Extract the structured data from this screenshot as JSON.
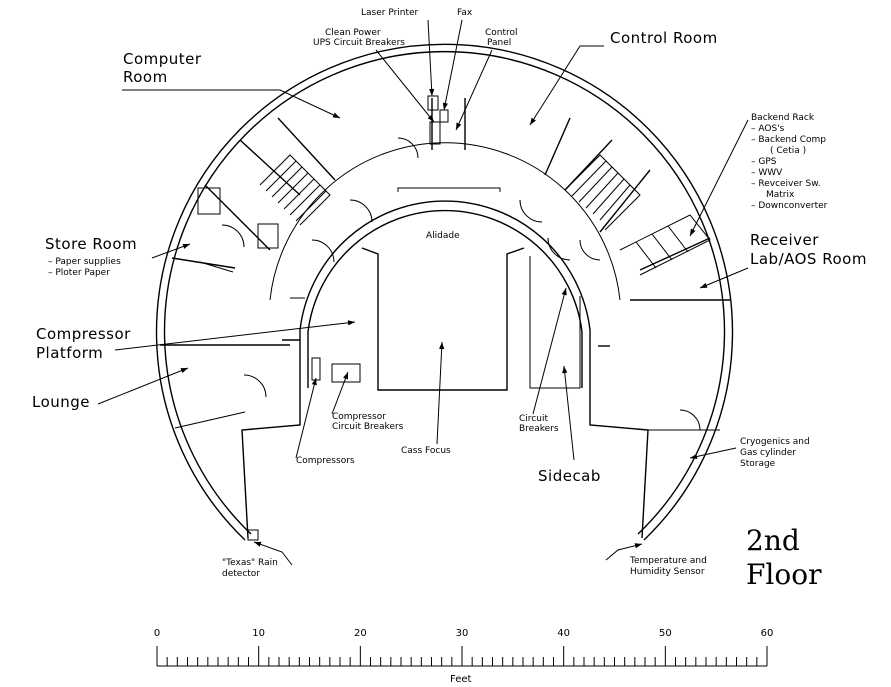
{
  "rooms": {
    "computer_room": [
      "Computer",
      "Room"
    ],
    "control_room": "Control Room",
    "store_room": "Store Room",
    "store_items": [
      "– Paper supplies",
      "– Ploter Paper"
    ],
    "compressor_platform": [
      "Compressor",
      "Platform"
    ],
    "lounge": "Lounge",
    "receiver_lab": [
      "Receiver",
      "Lab/AOS Room"
    ],
    "sidecab": "Sidecab",
    "alidade": "Alidade",
    "cass_focus": "Cass Focus"
  },
  "callouts": {
    "laser_printer": "Laser Printer",
    "fax": "Fax",
    "clean_power": [
      "Clean Power",
      "UPS Circuit Breakers"
    ],
    "control_panel": [
      "Control",
      "Panel"
    ],
    "backend_rack": [
      "Backend Rack",
      "– AOS's",
      "– Backend Comp",
      "( Cetia )",
      "– GPS",
      "– WWV",
      "– Revceiver Sw.",
      "Matrix",
      "– Downconverter"
    ],
    "compressor_breakers": [
      "Compressor",
      "Circuit Breakers"
    ],
    "compressors": "Compressors",
    "circuit_breakers": [
      "Circuit",
      "Breakers"
    ],
    "cryogenics": [
      "Cryogenics and",
      "Gas cylinder",
      "Storage"
    ],
    "rain_detector": [
      "\"Texas\" Rain",
      "detector"
    ],
    "temp_sensor": [
      "Temperature and",
      "Humidity Sensor"
    ]
  },
  "floor_label": [
    "2nd",
    "Floor"
  ],
  "scale": {
    "unit_label": "Feet",
    "major_ticks": [
      "0",
      "10",
      "20",
      "30",
      "40",
      "50",
      "60"
    ],
    "max_feet": 60
  }
}
